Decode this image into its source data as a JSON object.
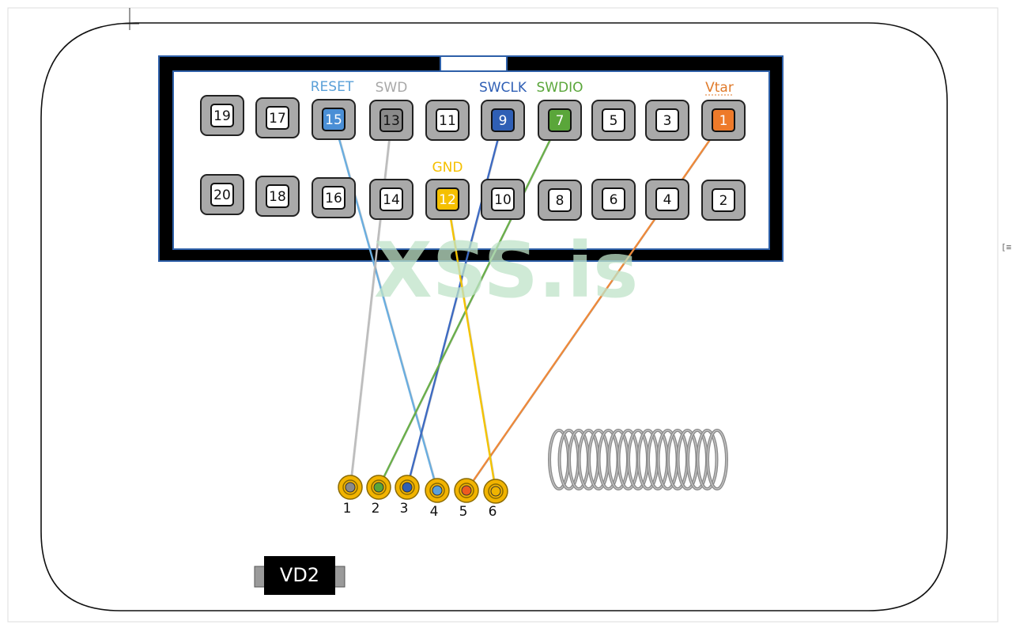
{
  "header_pins": [
    {
      "num": "19",
      "color": "",
      "label": ""
    },
    {
      "num": "17",
      "color": "",
      "label": ""
    },
    {
      "num": "15",
      "color": "#4a8fd6",
      "label": "RESET"
    },
    {
      "num": "13",
      "color": "#8a8a8a",
      "label": "SWD"
    },
    {
      "num": "11",
      "color": "",
      "label": ""
    },
    {
      "num": "9",
      "color": "#2f5fb5",
      "label": "SWCLK"
    },
    {
      "num": "7",
      "color": "#5aa63a",
      "label": "SWDIO"
    },
    {
      "num": "5",
      "color": "",
      "label": ""
    },
    {
      "num": "3",
      "color": "",
      "label": ""
    },
    {
      "num": "1",
      "color": "#ee7a2a",
      "label": "Vtar"
    },
    {
      "num": "20",
      "color": "",
      "label": ""
    },
    {
      "num": "18",
      "color": "",
      "label": ""
    },
    {
      "num": "16",
      "color": "",
      "label": ""
    },
    {
      "num": "14",
      "color": "",
      "label": ""
    },
    {
      "num": "12",
      "color": "#f5c000",
      "label": "GND"
    },
    {
      "num": "10",
      "color": "",
      "label": ""
    },
    {
      "num": "8",
      "color": "",
      "label": ""
    },
    {
      "num": "6",
      "color": "",
      "label": ""
    },
    {
      "num": "4",
      "color": "",
      "label": ""
    },
    {
      "num": "2",
      "color": "",
      "label": ""
    }
  ],
  "label_colors": {
    "RESET": "#5aa0d8",
    "SWD": "#a8a8a8",
    "SWCLK": "#2f5fb5",
    "SWDIO": "#5aa63a",
    "GND": "#f5c000",
    "Vtar": "#e07a2a"
  },
  "pads": [
    {
      "num": "1",
      "center": "#8a8a8a"
    },
    {
      "num": "2",
      "center": "#5aa63a"
    },
    {
      "num": "3",
      "center": "#2f5fb5"
    },
    {
      "num": "4",
      "center": "#5aa0d8"
    },
    {
      "num": "5",
      "center": "#ee5a20"
    },
    {
      "num": "6",
      "center": "#f0b400"
    }
  ],
  "wires": [
    {
      "from_pin": "15",
      "to_pad": "4",
      "color": "#6aaee0"
    },
    {
      "from_pin": "13",
      "to_pad": "1",
      "color": "#bdbdbd"
    },
    {
      "from_pin": "9",
      "to_pad": "3",
      "color": "#3d6ac2"
    },
    {
      "from_pin": "7",
      "to_pad": "2",
      "color": "#6ab04a"
    },
    {
      "from_pin": "1",
      "to_pad": "5",
      "color": "#f08a3a"
    },
    {
      "from_pin": "12",
      "to_pad": "6",
      "color": "#f5c400"
    }
  ],
  "watermark": "XSS.is",
  "watermark_color": "#bfe3c8",
  "component_label": "VD2"
}
